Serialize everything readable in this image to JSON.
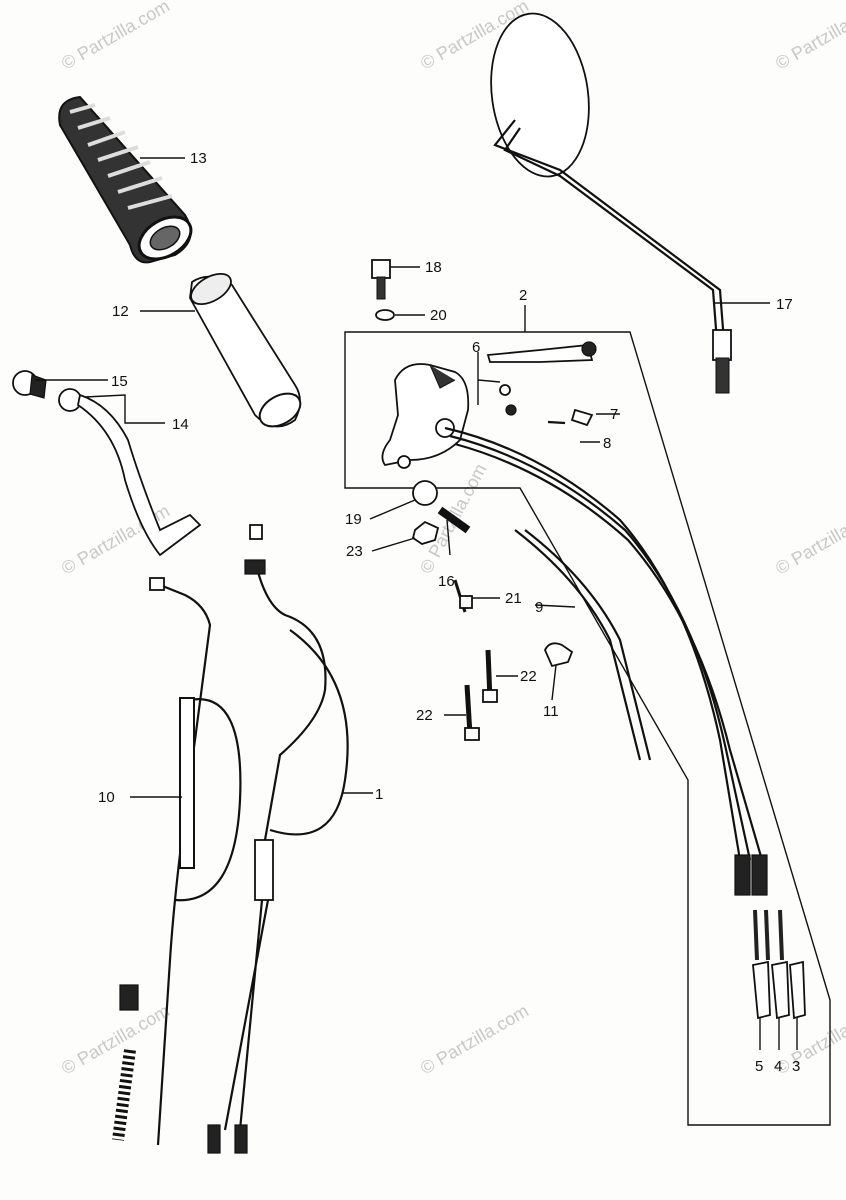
{
  "diagram": {
    "callouts": [
      {
        "id": "c1",
        "text": "1"
      },
      {
        "id": "c2",
        "text": "2"
      },
      {
        "id": "c3",
        "text": "3"
      },
      {
        "id": "c4",
        "text": "4"
      },
      {
        "id": "c5",
        "text": "5"
      },
      {
        "id": "c6",
        "text": "6"
      },
      {
        "id": "c7",
        "text": "7"
      },
      {
        "id": "c8",
        "text": "8"
      },
      {
        "id": "c9",
        "text": "9"
      },
      {
        "id": "c10",
        "text": "10"
      },
      {
        "id": "c11",
        "text": "11"
      },
      {
        "id": "c12",
        "text": "12"
      },
      {
        "id": "c13",
        "text": "13"
      },
      {
        "id": "c14",
        "text": "14"
      },
      {
        "id": "c15",
        "text": "15"
      },
      {
        "id": "c16",
        "text": "16"
      },
      {
        "id": "c17",
        "text": "17"
      },
      {
        "id": "c18",
        "text": "18"
      },
      {
        "id": "c19",
        "text": "19"
      },
      {
        "id": "c20",
        "text": "20"
      },
      {
        "id": "c21",
        "text": "21"
      },
      {
        "id": "c22a",
        "text": "22"
      },
      {
        "id": "c22b",
        "text": "22"
      },
      {
        "id": "c23",
        "text": "23"
      }
    ],
    "watermark": "© Partzilla.com"
  }
}
